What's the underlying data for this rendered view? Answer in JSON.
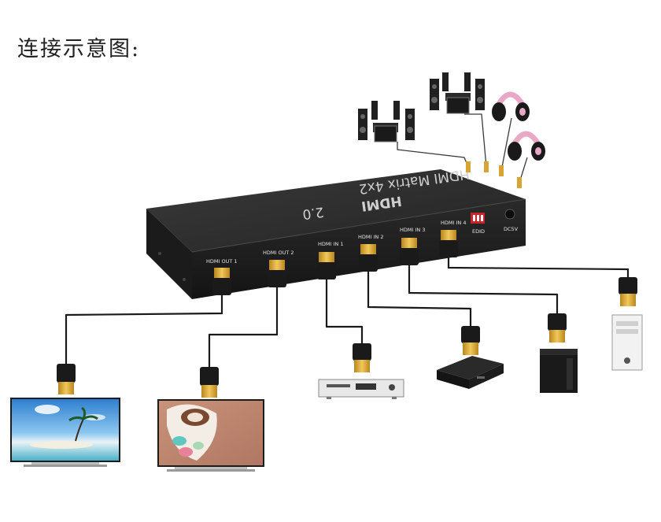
{
  "title": "连接示意图:",
  "device": {
    "brand": "HDMI",
    "version": "2.0",
    "model": "HDMI Matrix 4x2",
    "ports": {
      "out1": "HDMI OUT 1",
      "out2": "HDMI OUT 2",
      "in1": "HDMI IN 1",
      "in2": "HDMI IN 2",
      "in3": "HDMI IN 3",
      "in4": "HDMI IN 4",
      "edid": "EDID",
      "dc": "DC5V"
    }
  },
  "colors": {
    "device_body": "#1f1f1f",
    "device_top": "#2b2b2b",
    "connector_gold": "#d6a534",
    "cable": "#1a1a1a",
    "edid_switch": "#c8242b",
    "headphone": "#e9a9c6"
  }
}
